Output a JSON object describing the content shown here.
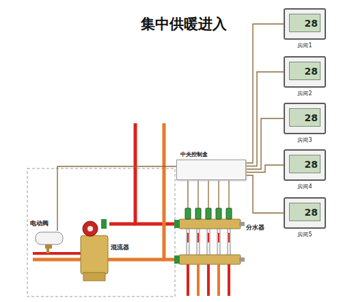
{
  "diagram": {
    "title": "集中供暖进入",
    "nodes": [
      {
        "text": [
          "中央控制盒"
        ]
      },
      {
        "text": [
          "28",
          "房间1"
        ]
      },
      {
        "text": [
          "28",
          "房间2"
        ]
      },
      {
        "text": [
          "28",
          "房间3"
        ]
      },
      {
        "text": [
          "28",
          "房间4"
        ]
      },
      {
        "text": [
          "28",
          "房间5"
        ]
      },
      {
        "text": [
          "电动阀"
        ]
      },
      {
        "text": [
          "混流器"
        ]
      },
      {
        "text": [
          "分水器"
        ]
      }
    ],
    "edges": [
      {
        "from": 0,
        "to": 1,
        "arrow": "none"
      },
      {
        "from": 0,
        "to": 2,
        "arrow": "none"
      },
      {
        "from": 0,
        "to": 3,
        "arrow": "none"
      },
      {
        "from": 0,
        "to": 4,
        "arrow": "none"
      },
      {
        "from": 0,
        "to": 5,
        "arrow": "none"
      },
      {
        "from": 0,
        "to": 6,
        "arrow": "none"
      },
      {
        "from": 0,
        "to": 8,
        "arrow": "none"
      }
    ]
  }
}
